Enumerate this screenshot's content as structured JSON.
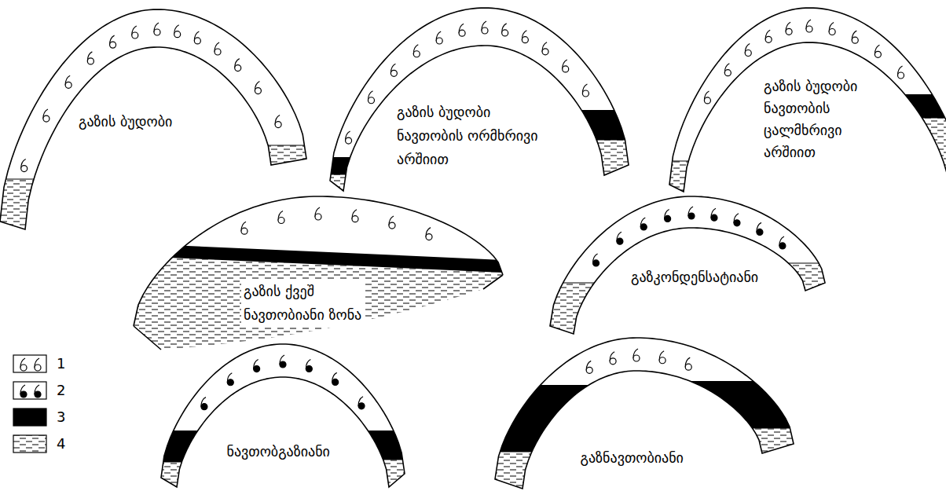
{
  "diagram": {
    "labels": [
      "გაზის ბუდობი",
      "გაზის ბუდობი ნავთობის ორმხრივი არშიით",
      "გაზის ბუდობი ნავთობის ცალმხრივი არშიით",
      "გაზის ქვეშ ნავთობიანი ზონა",
      "გაზკონდენსატიანი",
      "ნავთობგაზიანი",
      "გაზნავთობიანი"
    ],
    "legend": [
      {
        "text": "1"
      },
      {
        "text": "2"
      },
      {
        "text": "3",
        "color": "#000000"
      },
      {
        "text": "4"
      }
    ]
  }
}
